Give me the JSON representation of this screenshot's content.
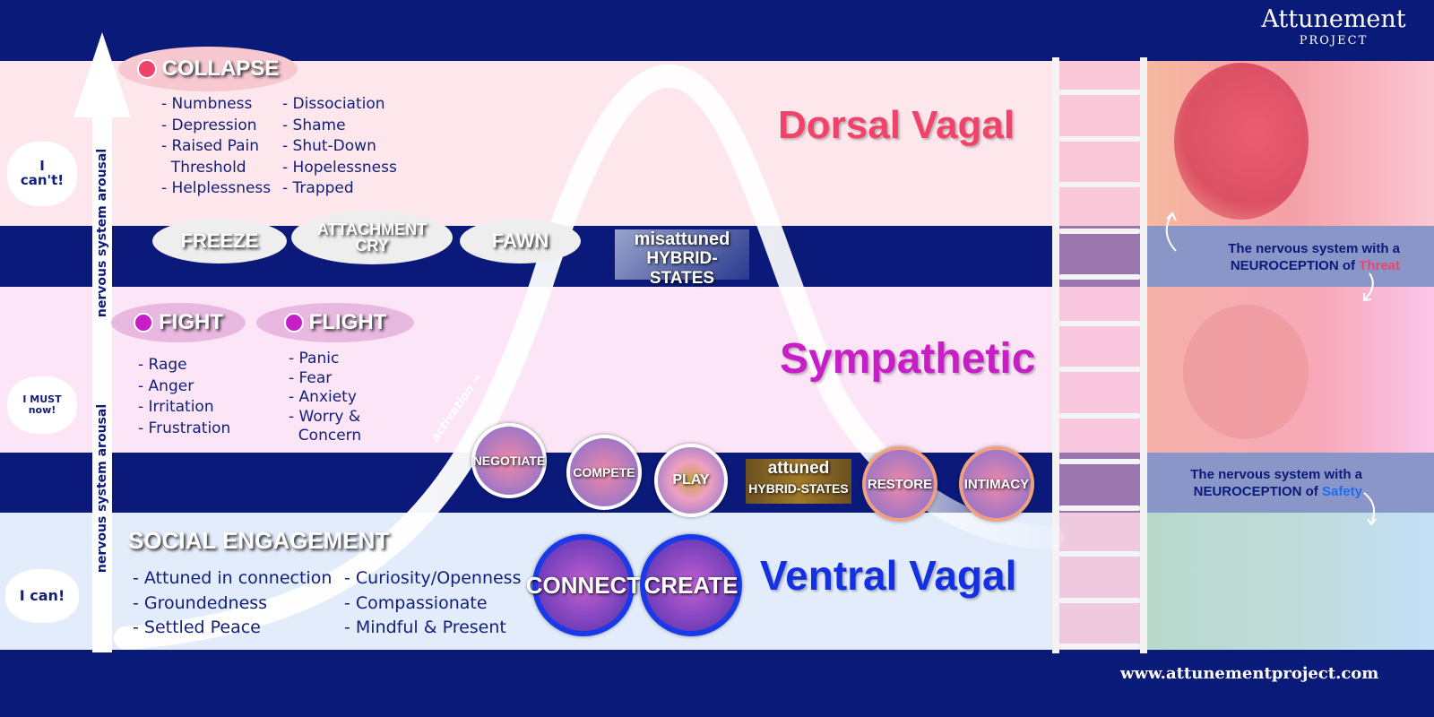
{
  "logo": {
    "name": "Attunement",
    "sub": "PROJECT"
  },
  "footer": {
    "url": "www.attunementproject.com"
  },
  "axis": {
    "label_top": "nervous system arousal",
    "label_bottom": "nervous system arousal",
    "activation": "activation →"
  },
  "thoughts": {
    "dorsal": "I can't!",
    "sympathetic": "I MUST now!",
    "ventral": "I can!"
  },
  "dorsal": {
    "title": "Dorsal Vagal",
    "state": "COLLAPSE",
    "col1": [
      "- Numbness",
      "- Depression",
      "- Raised Pain",
      "  Threshold",
      "- Helplessness"
    ],
    "col2": [
      "- Dissociation",
      "- Shame",
      "- Shut-Down",
      "- Hopelessness",
      "- Trapped"
    ],
    "color": "#f0436a"
  },
  "threat_band": {
    "items": [
      "FREEZE",
      "ATTACHMENT CRY",
      "FAWN"
    ],
    "hybrid_top": "misattuned",
    "hybrid_bottom": "HYBRID-STATES"
  },
  "sympathetic": {
    "title": "Sympathetic",
    "fight": "FIGHT",
    "flight": "FLIGHT",
    "fight_list": [
      "- Rage",
      "- Anger",
      "- Irritation",
      "- Frustration"
    ],
    "flight_list": [
      "- Panic",
      "- Fear",
      "- Anxiety",
      "- Worry &",
      "  Concern"
    ],
    "color": "#c81ec8"
  },
  "safety_band": {
    "left": [
      "NEGOTIATE",
      "COMPETE",
      "PLAY"
    ],
    "hybrid_top": "attuned",
    "hybrid_bottom": "HYBRID-STATES",
    "right": [
      "RESTORE",
      "INTIMACY"
    ]
  },
  "ventral": {
    "title": "Ventral Vagal",
    "state": "SOCIAL ENGAGEMENT",
    "col1": [
      "- Attuned in connection",
      "- Groundedness",
      "- Settled Peace"
    ],
    "col2": [
      "- Curiosity/Openness",
      "- Compassionate",
      "- Mindful & Present"
    ],
    "badges": [
      "CONNECT",
      "CREATE"
    ],
    "color": "#1530e0"
  },
  "neuroception": {
    "threat_line1": "The nervous system with a",
    "threat_line2": "NEUROCEPTION of",
    "threat_word": "Threat",
    "safety_line1": "The nervous system with a",
    "safety_line2": "NEUROCEPTION of",
    "safety_word": "Safety",
    "threat_color": "#f0436a",
    "safety_color": "#1e6cf0"
  }
}
